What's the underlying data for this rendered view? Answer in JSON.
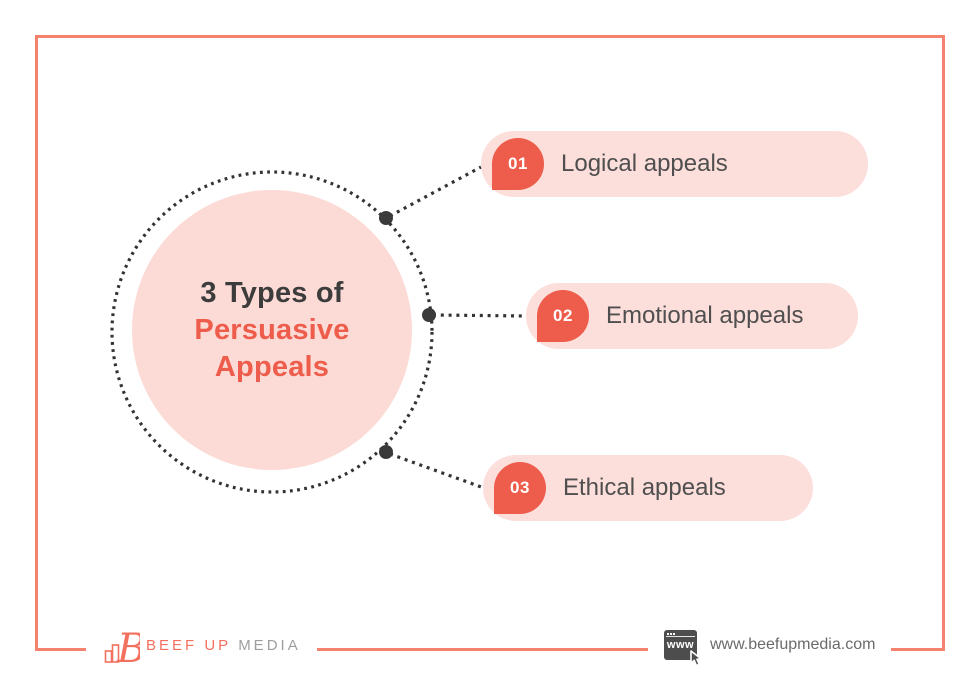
{
  "diagram": {
    "title": {
      "line1": "3 Types of",
      "line2": "Persuasive",
      "line3": "Appeals"
    },
    "items": [
      {
        "number": "01",
        "label": "Logical appeals"
      },
      {
        "number": "02",
        "label": "Emotional appeals"
      },
      {
        "number": "03",
        "label": "Ethical appeals"
      }
    ]
  },
  "footer": {
    "brand_primary": "BEEF UP",
    "brand_secondary": "MEDIA",
    "website": "www.beefupmedia.com",
    "browser_icon_label": "www"
  },
  "colors": {
    "accent_red": "#ee5c4b",
    "light_pink": "#fcdad5",
    "pill_pink": "#fcdedb",
    "frame_salmon": "#f5826f",
    "dark_text": "#3d3c3c",
    "label_gray": "#4f4f4f",
    "dot_dark": "#333333",
    "brand_coral": "#f3705f",
    "brand_gray": "#9e9e9e"
  }
}
